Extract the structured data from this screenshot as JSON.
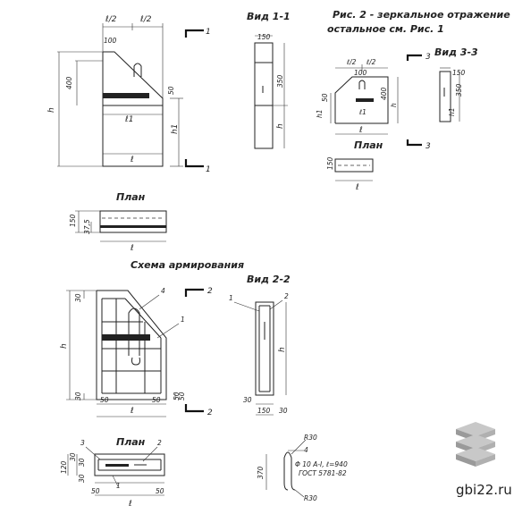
{
  "view_titles": {
    "view_1_1": "Вид 1-1",
    "fig2_line1": "Рис. 2 - зеркальное отражение",
    "fig2_line2": "остальное см. Рис. 1",
    "view_3_3": "Вид 3-3",
    "plan_small": "План",
    "plan_main": "План",
    "reinforcement": "Схема армирования",
    "view_2_2": "Вид 2-2",
    "plan_bottom": "План"
  },
  "section_marks": {
    "one_top": "1",
    "one_bottom": "1",
    "two_top": "2",
    "two_bottom": "2",
    "three_top": "3",
    "three_bottom": "3"
  },
  "dims": {
    "l_half_a": "ℓ/2",
    "l_half_b": "ℓ/2",
    "d100": "100",
    "d400": "400",
    "h": "h",
    "l1": "ℓ1",
    "d50": "50",
    "h1": "h1",
    "l": "ℓ",
    "d150": "150",
    "d350": "350",
    "hv": "h",
    "f2_lh_a": "ℓ/2",
    "f2_lh_b": "ℓ/2",
    "f2_100": "100",
    "f2_50": "50",
    "f2_h1": "h1",
    "f2_400": "400",
    "f2_h": "h",
    "f2_l1": "ℓ1",
    "f2_l": "ℓ",
    "f2_150": "150",
    "v33_150": "150",
    "v33_350": "350",
    "v33_h1": "h1",
    "p_150": "150",
    "p_375": "37,5",
    "p_l": "ℓ",
    "r_30a": "30",
    "r_h": "h",
    "r_30b": "30",
    "r_50a": "50",
    "r_50b": "50",
    "r_l": "ℓ",
    "r_4": "4",
    "r_1": "1",
    "r_50c": "50",
    "r_50d": "50",
    "v22_1": "1",
    "v22_2": "2",
    "v22_h": "h",
    "v22_30": "30",
    "v22_150": "150",
    "v22_30b": "30",
    "pb_3": "3",
    "pb_2": "2",
    "pb_120": "120",
    "pb_30a": "30",
    "pb_30b": "30",
    "pb_30c": "30",
    "pb_50a": "50",
    "pb_50b": "50",
    "pb_1": "1",
    "pb_l": "ℓ",
    "rod_r30a": "R30",
    "rod_4": "4",
    "rod_spec1": "Φ 10 A-I, ℓ=940",
    "rod_spec2": "ГОСТ 5781-82",
    "rod_370": "370",
    "rod_r30b": "R30"
  },
  "watermark": {
    "text": "gbi22.ru"
  }
}
